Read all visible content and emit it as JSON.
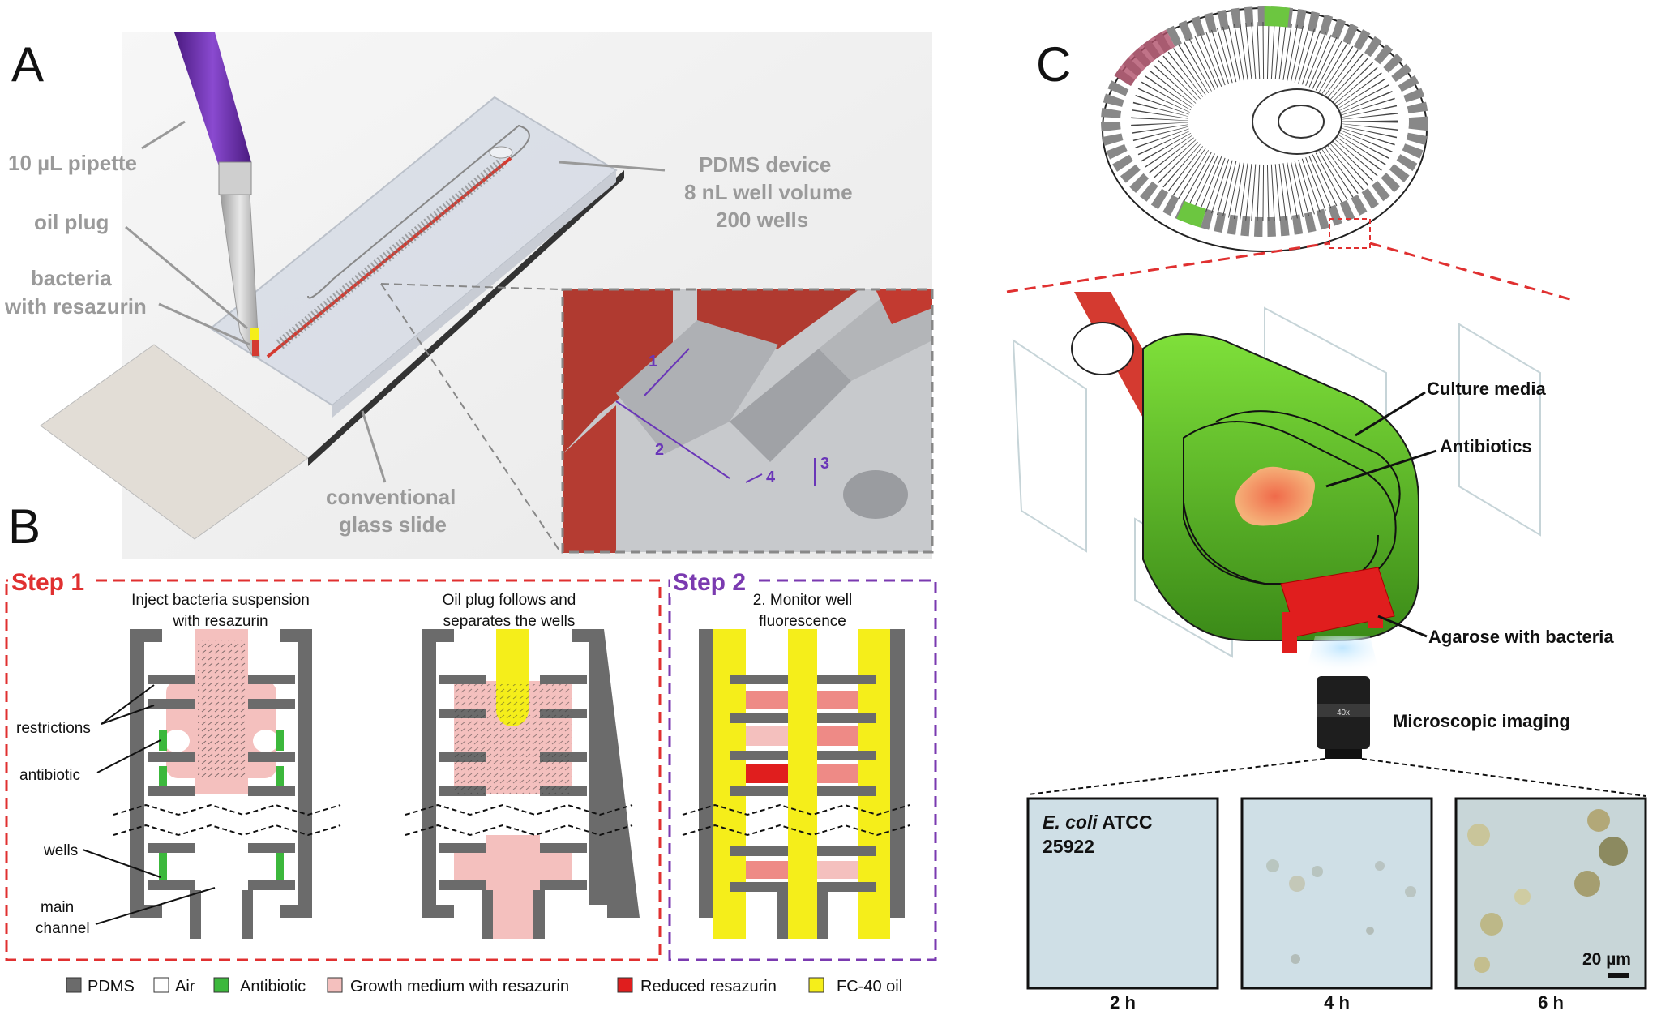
{
  "panels": {
    "a": {
      "letter": "A",
      "labels": {
        "pipette": "10 µL pipette",
        "oil_plug": "oil plug",
        "bacteria_1": "bacteria",
        "bacteria_2": "with resazurin",
        "pdms_1": "PDMS device",
        "pdms_2": "8 nL well volume",
        "pdms_3": "200 wells",
        "glass_1": "conventional",
        "glass_2": "glass slide"
      },
      "inset_numbers": [
        "1",
        "2",
        "3",
        "4"
      ]
    },
    "b": {
      "letter": "B",
      "step1_title": "Step 1",
      "step2_title": "Step 2",
      "diag1_caption_1": "Inject bacteria suspension",
      "diag1_caption_2": "with resazurin",
      "diag2_caption_1": "Oil plug follows and",
      "diag2_caption_2": "separates the wells",
      "diag3_caption_1": "2. Monitor well",
      "diag3_caption_2": "fluorescence",
      "annotations": {
        "restrictions": "restrictions",
        "antibiotic": "antibiotic",
        "wells": "wells",
        "main_1": "main",
        "main_2": "channel"
      },
      "legend": [
        {
          "label": "PDMS",
          "color": "#6b6b6b"
        },
        {
          "label": "Air",
          "color": "#ffffff"
        },
        {
          "label": "Antibiotic",
          "color": "#3cb83c"
        },
        {
          "label": "Growth medium with resazurin",
          "color": "#f4c0be"
        },
        {
          "label": "Reduced resazurin",
          "color": "#e01e1e"
        },
        {
          "label": "FC-40 oil",
          "color": "#f5ee1a"
        }
      ]
    },
    "c": {
      "letter": "C",
      "labels": {
        "culture": "Culture media",
        "antibiotics": "Antibiotics",
        "agarose": "Agarose with bacteria",
        "microscopic": "Microscopic imaging"
      },
      "objective_text": "40x",
      "strain_name_italic": "E. coli",
      "strain_rest": " ATCC",
      "strain_line2": "25922",
      "scale_bar": "20 µm",
      "times": [
        "2 h",
        "4 h",
        "6 h"
      ]
    }
  },
  "colors": {
    "red_dash": "#e03030",
    "purple_dash": "#7a3ab0",
    "pipette_purple": "#6a2ba8",
    "channel_red": "#d43a30",
    "green_media": "#55c020"
  }
}
